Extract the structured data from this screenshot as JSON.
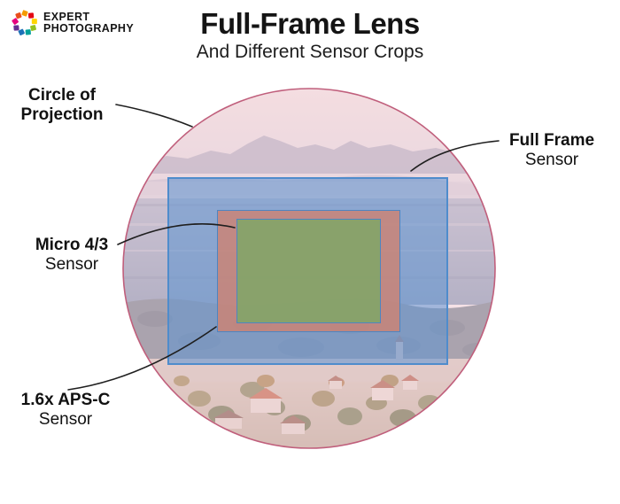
{
  "logo": {
    "line1": "EXPERT",
    "line2": "PHOTOGRAPHY"
  },
  "header": {
    "title": "Full-Frame Lens",
    "subtitle": "And Different Sensor Crops"
  },
  "diagram": {
    "labels": {
      "circle_of_projection": {
        "line1": "Circle of",
        "line2": "Projection"
      },
      "full_frame": {
        "line1": "Full Frame",
        "line2": "Sensor"
      },
      "micro_four_thirds": {
        "line1": "Micro 4/3",
        "line2": "Sensor"
      },
      "aps_c": {
        "line1": "1.6x APS-C",
        "line2": "Sensor"
      }
    }
  },
  "colors": {
    "text": "#121212",
    "pointer-line": "#1f1f1f",
    "circle-border": "#c05f7c",
    "circle-tint": "rgba(236,195,206,0.5)",
    "full-frame-fill": "rgba(92,148,210,0.55)",
    "full-frame-border": "#4f8ccc",
    "aps-c-fill": "rgba(206,130,112,0.8)",
    "aps-c-border": "#4d85c2",
    "micro-four-thirds-fill": "rgba(133,164,105,0.94)",
    "micro-four-thirds-border": "#4d85c2"
  }
}
